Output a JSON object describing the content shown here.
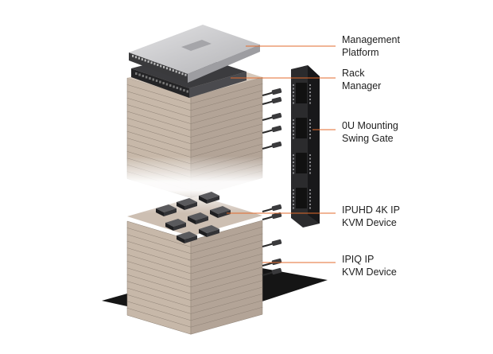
{
  "colors": {
    "leader_line": "#e36b2c",
    "floor": "#151515",
    "server_face": "#c7b8a9",
    "server_edge": "#8f8276",
    "chassis_silver": "#c9c9cb",
    "gate_dark": "#2b2b2d"
  },
  "labels": [
    {
      "id": "management-platform",
      "line1": "Management",
      "line2": "Platform"
    },
    {
      "id": "rack-manager",
      "line1": "Rack",
      "line2": "Manager"
    },
    {
      "id": "mounting-swing-gate",
      "line1": "0U Mounting",
      "line2": "Swing Gate"
    },
    {
      "id": "ipuhd-kvm",
      "line1": "IPUHD 4K IP",
      "line2": "KVM Device"
    },
    {
      "id": "ipiq-kvm",
      "line1": "IPIQ IP",
      "line2": "KVM Device"
    }
  ]
}
